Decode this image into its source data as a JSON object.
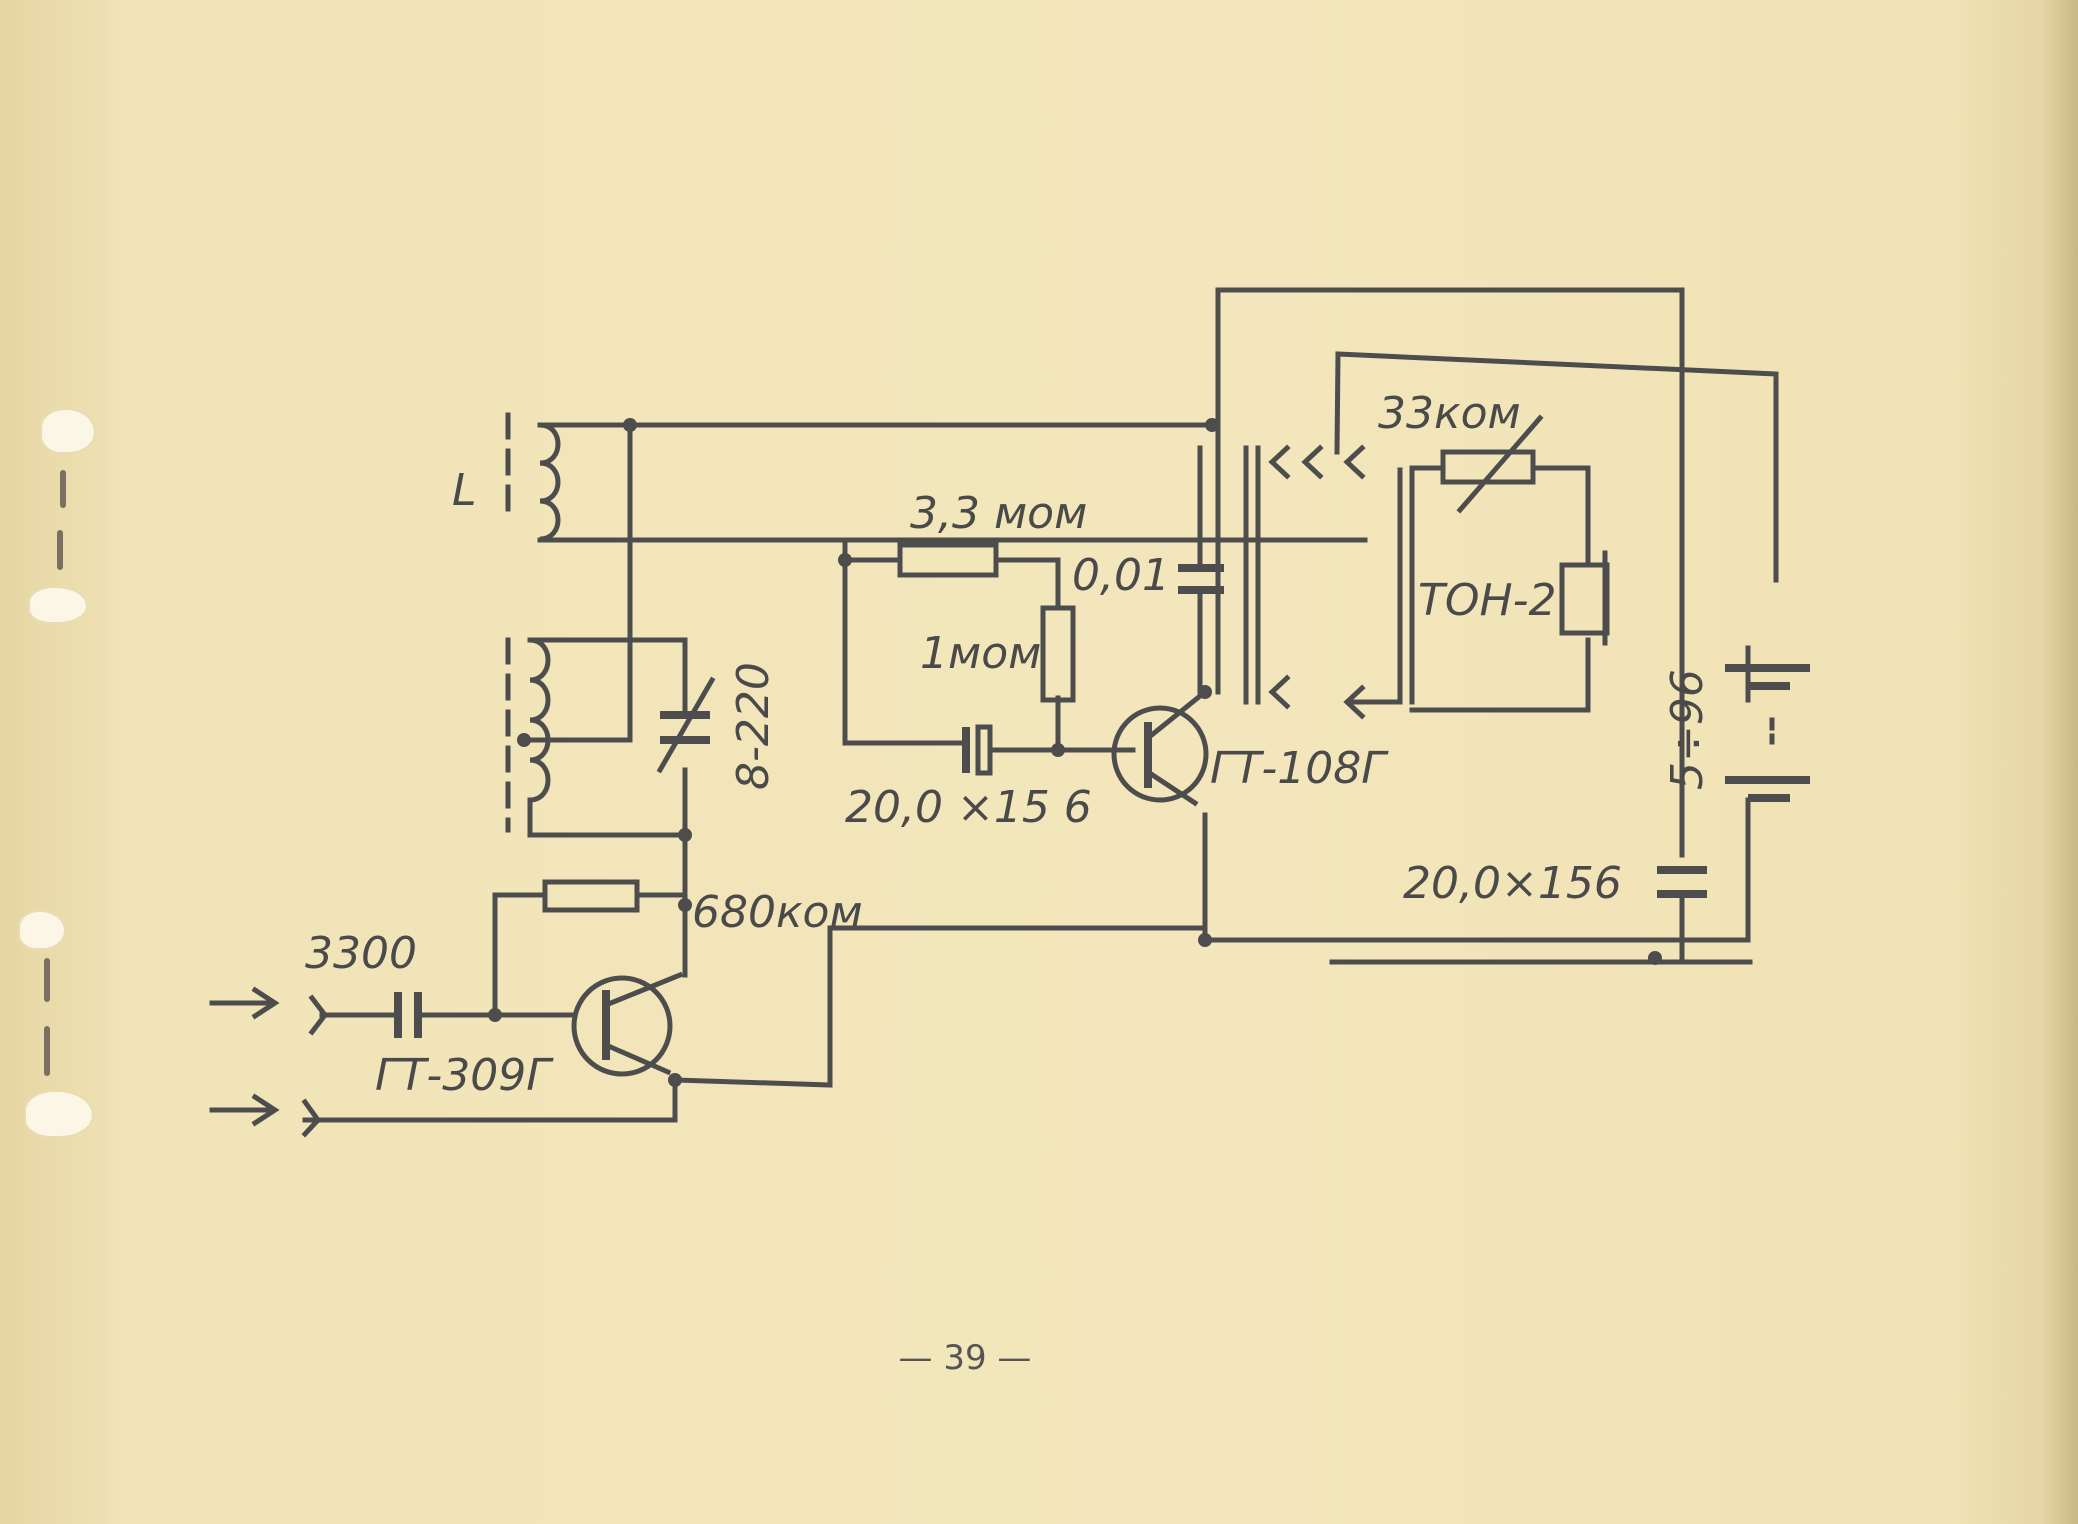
{
  "diagram": {
    "labels": {
      "coil": "L",
      "r_3_3": "3,3 мом",
      "c_001": "0,01",
      "r_1": "1мом",
      "c_20_mid": "20,0 ×15 6",
      "t_gt108": "ГТ-108Г",
      "r_33": "33ком",
      "phone": "ТОН-2",
      "battery": "5÷96",
      "c_20_right": "20,0×156",
      "c_var": "8-220",
      "r_680": "680ком",
      "c_3300": "3300",
      "t_gt309": "ГТ-309Г"
    }
  },
  "page": {
    "number": "— 39 —"
  },
  "colors": {
    "paper": "#f3e6bc",
    "ink": "#4d4d4d"
  }
}
